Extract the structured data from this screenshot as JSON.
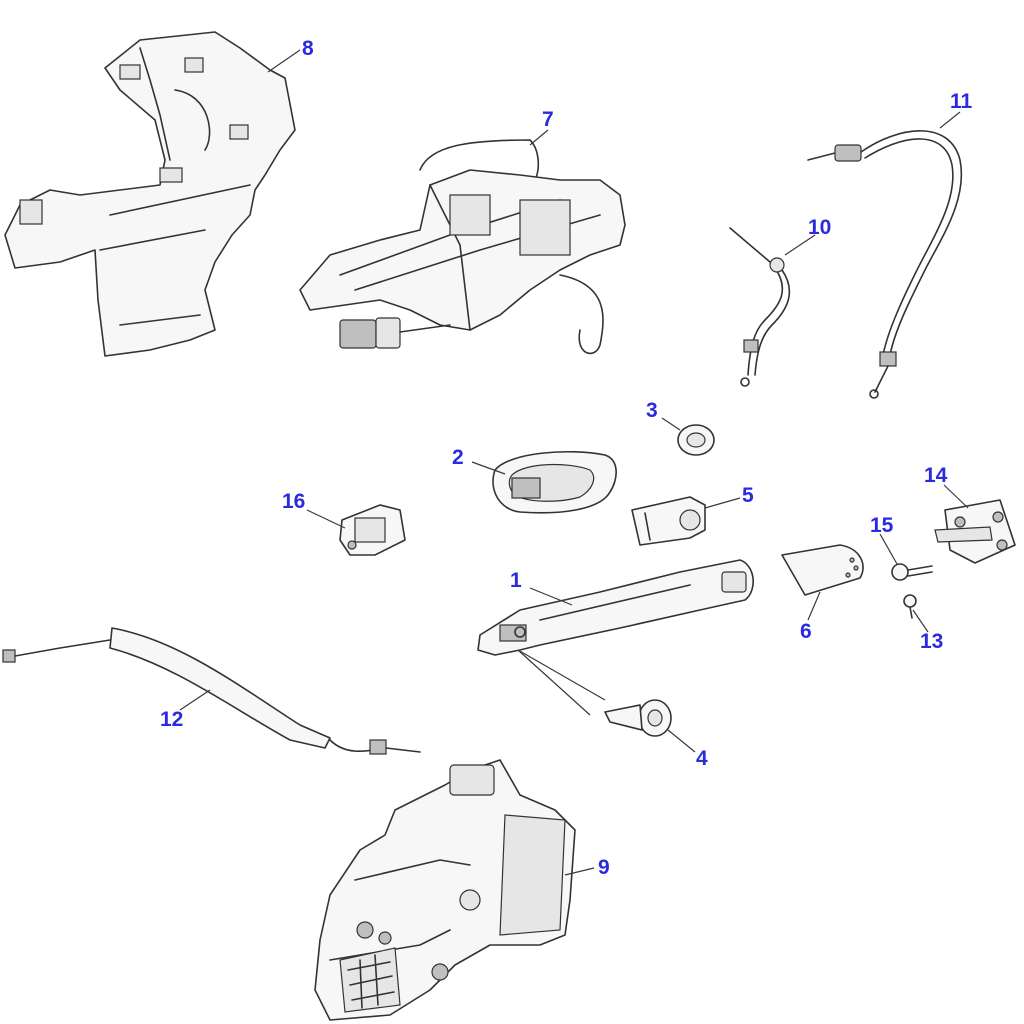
{
  "diagram": {
    "accent_color": "#2a2ae0",
    "callouts": {
      "c1": "1",
      "c2": "2",
      "c3": "3",
      "c4": "4",
      "c5": "5",
      "c6": "6",
      "c7": "7",
      "c8": "8",
      "c9": "9",
      "c10": "10",
      "c11": "11",
      "c12": "12",
      "c13": "13",
      "c14": "14",
      "c15": "15",
      "c16": "16"
    }
  }
}
